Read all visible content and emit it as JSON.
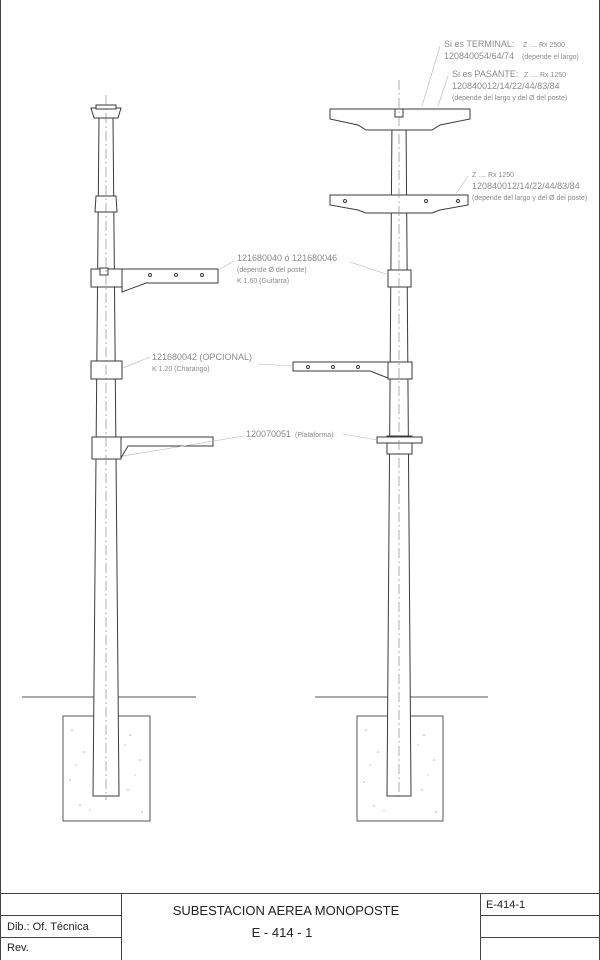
{
  "left_pole_labels": {
    "guitarra": {
      "code": "121680040 ó 121680046",
      "note": "(depende Ø del poste)",
      "size": "K 1.60 (Guitarra)"
    },
    "charango": {
      "code": "121680042 (OPCIONAL)",
      "size": "K 1.20 (Charango)"
    },
    "plataforma": {
      "code": "120070051",
      "note": "(Plataforma)"
    }
  },
  "right_pole_labels": {
    "terminal": {
      "title": "Si es TERMINAL:",
      "spec": "Z .... Rx 2500",
      "code": "120840054/64/74",
      "note": "(depende el largo)"
    },
    "pasante": {
      "title": "Si es PASANTE:",
      "spec": "Z .... Rx 1250",
      "code": "120840012/14/22/44/83/84",
      "note": "(depende del largo y del Ø del poste)"
    },
    "cross_arm_2": {
      "spec": "Z .... Rx 1250",
      "code": "120840012/14/22/44/83/84",
      "note": "(depende del largo y del Ø del poste)"
    }
  },
  "title_block": {
    "title": "SUBESTACION AEREA MONOPOSTE",
    "number": "E  -  414  -  1",
    "ref": "E-414-1",
    "drawn_by": "Dib.: Of. Técnica",
    "rev": "Rev."
  }
}
